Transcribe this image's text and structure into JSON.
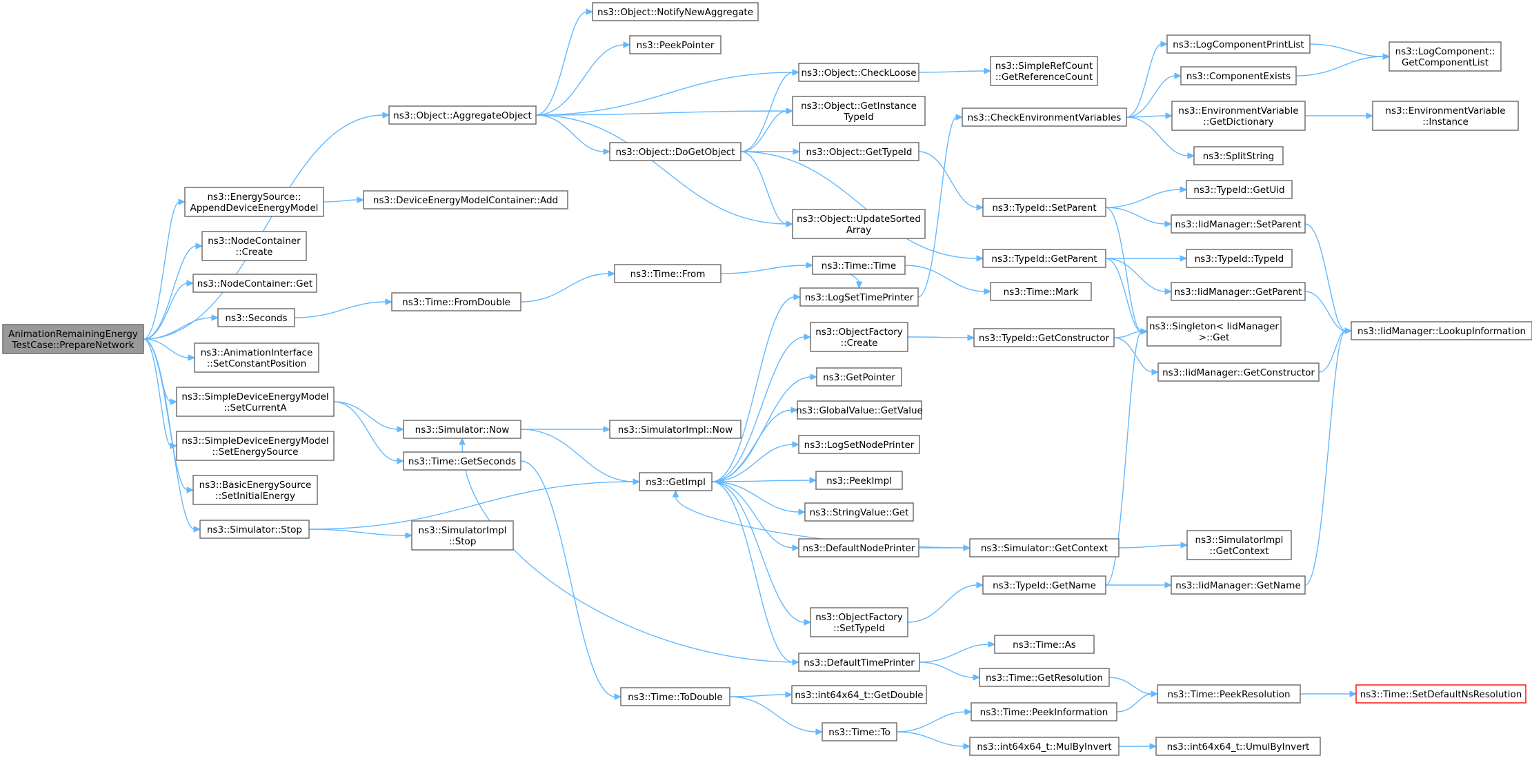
{
  "nodes": [
    {
      "id": "root",
      "lines": [
        "AnimationRemainingEnergy",
        "TestCase::PrepareNetwork"
      ],
      "kind": "root"
    },
    {
      "id": "aggregate",
      "lines": [
        "ns3::Object::AggregateObject"
      ]
    },
    {
      "id": "appendDEM",
      "lines": [
        "ns3::EnergySource::",
        "AppendDeviceEnergyModel"
      ]
    },
    {
      "id": "ncCreate",
      "lines": [
        "ns3::NodeContainer",
        "::Create"
      ]
    },
    {
      "id": "ncGet",
      "lines": [
        "ns3::NodeContainer::Get"
      ]
    },
    {
      "id": "seconds",
      "lines": [
        "ns3::Seconds"
      ]
    },
    {
      "id": "setConstPos",
      "lines": [
        "ns3::AnimationInterface",
        "::SetConstantPosition"
      ]
    },
    {
      "id": "setCurrentA",
      "lines": [
        "ns3::SimpleDeviceEnergyModel",
        "::SetCurrentA"
      ]
    },
    {
      "id": "setEnergySource",
      "lines": [
        "ns3::SimpleDeviceEnergyModel",
        "::SetEnergySource"
      ]
    },
    {
      "id": "setInitialEnergy",
      "lines": [
        "ns3::BasicEnergySource",
        "::SetInitialEnergy"
      ]
    },
    {
      "id": "simStop",
      "lines": [
        "ns3::Simulator::Stop"
      ]
    },
    {
      "id": "notifyNewAgg",
      "lines": [
        "ns3::Object::NotifyNewAggregate"
      ]
    },
    {
      "id": "peekPointer",
      "lines": [
        "ns3::PeekPointer"
      ]
    },
    {
      "id": "doGetObject",
      "lines": [
        "ns3::Object::DoGetObject"
      ]
    },
    {
      "id": "demcAdd",
      "lines": [
        "ns3::DeviceEnergyModelContainer::Add"
      ]
    },
    {
      "id": "fromDouble",
      "lines": [
        "ns3::Time::FromDouble"
      ]
    },
    {
      "id": "simNow",
      "lines": [
        "ns3::Simulator::Now"
      ]
    },
    {
      "id": "getSeconds",
      "lines": [
        "ns3::Time::GetSeconds"
      ]
    },
    {
      "id": "simImplStop",
      "lines": [
        "ns3::SimulatorImpl",
        "::Stop"
      ]
    },
    {
      "id": "timeFrom",
      "lines": [
        "ns3::Time::From"
      ]
    },
    {
      "id": "simImplNow",
      "lines": [
        "ns3::SimulatorImpl::Now"
      ]
    },
    {
      "id": "getImpl",
      "lines": [
        "ns3::GetImpl"
      ]
    },
    {
      "id": "toDouble",
      "lines": [
        "ns3::Time::ToDouble"
      ]
    },
    {
      "id": "checkLoose",
      "lines": [
        "ns3::Object::CheckLoose"
      ]
    },
    {
      "id": "getInstTypeId",
      "lines": [
        "ns3::Object::GetInstance",
        "TypeId"
      ]
    },
    {
      "id": "getTypeId",
      "lines": [
        "ns3::Object::GetTypeId"
      ]
    },
    {
      "id": "updateSorted",
      "lines": [
        "ns3::Object::UpdateSorted",
        "Array"
      ]
    },
    {
      "id": "timeTime",
      "lines": [
        "ns3::Time::Time"
      ]
    },
    {
      "id": "logSetTimePrinter",
      "lines": [
        "ns3::LogSetTimePrinter"
      ]
    },
    {
      "id": "ofCreate",
      "lines": [
        "ns3::ObjectFactory",
        "::Create"
      ]
    },
    {
      "id": "getPointer",
      "lines": [
        "ns3::GetPointer"
      ]
    },
    {
      "id": "gvGetValue",
      "lines": [
        "ns3::GlobalValue::GetValue"
      ]
    },
    {
      "id": "logSetNodePrinter",
      "lines": [
        "ns3::LogSetNodePrinter"
      ]
    },
    {
      "id": "peekImpl",
      "lines": [
        "ns3::PeekImpl"
      ]
    },
    {
      "id": "svGet",
      "lines": [
        "ns3::StringValue::Get"
      ]
    },
    {
      "id": "defNodePrinter",
      "lines": [
        "ns3::DefaultNodePrinter"
      ]
    },
    {
      "id": "ofSetTypeId",
      "lines": [
        "ns3::ObjectFactory",
        "::SetTypeId"
      ]
    },
    {
      "id": "defTimePrinter",
      "lines": [
        "ns3::DefaultTimePrinter"
      ]
    },
    {
      "id": "i64GetDouble",
      "lines": [
        "ns3::int64x64_t::GetDouble"
      ]
    },
    {
      "id": "timeTo",
      "lines": [
        "ns3::Time::To"
      ]
    },
    {
      "id": "srcGetRefCount",
      "lines": [
        "ns3::SimpleRefCount",
        "::GetReferenceCount"
      ]
    },
    {
      "id": "checkEnvVars",
      "lines": [
        "ns3::CheckEnvironmentVariables"
      ]
    },
    {
      "id": "tidSetParent",
      "lines": [
        "ns3::TypeId::SetParent"
      ]
    },
    {
      "id": "tidGetParent",
      "lines": [
        "ns3::TypeId::GetParent"
      ]
    },
    {
      "id": "timeMark",
      "lines": [
        "ns3::Time::Mark"
      ]
    },
    {
      "id": "tidGetConstructor",
      "lines": [
        "ns3::TypeId::GetConstructor"
      ]
    },
    {
      "id": "simGetContext",
      "lines": [
        "ns3::Simulator::GetContext"
      ]
    },
    {
      "id": "tidGetName",
      "lines": [
        "ns3::TypeId::GetName"
      ]
    },
    {
      "id": "timeAs",
      "lines": [
        "ns3::Time::As"
      ]
    },
    {
      "id": "timeGetResolution",
      "lines": [
        "ns3::Time::GetResolution"
      ]
    },
    {
      "id": "timePeekInfo",
      "lines": [
        "ns3::Time::PeekInformation"
      ]
    },
    {
      "id": "i64MulByInvert",
      "lines": [
        "ns3::int64x64_t::MulByInvert"
      ]
    },
    {
      "id": "logCompPrintList",
      "lines": [
        "ns3::LogComponentPrintList"
      ]
    },
    {
      "id": "componentExists",
      "lines": [
        "ns3::ComponentExists"
      ]
    },
    {
      "id": "envGetDictionary",
      "lines": [
        "ns3::EnvironmentVariable",
        "::GetDictionary"
      ]
    },
    {
      "id": "splitString",
      "lines": [
        "ns3::SplitString"
      ]
    },
    {
      "id": "tidGetUid",
      "lines": [
        "ns3::TypeId::GetUid"
      ]
    },
    {
      "id": "iidSetParent",
      "lines": [
        "ns3::IidManager::SetParent"
      ]
    },
    {
      "id": "tidTypeId",
      "lines": [
        "ns3::TypeId::TypeId"
      ]
    },
    {
      "id": "iidGetParent",
      "lines": [
        "ns3::IidManager::GetParent"
      ]
    },
    {
      "id": "singletonGet",
      "lines": [
        "ns3::Singleton< IidManager",
        " >::Get"
      ]
    },
    {
      "id": "iidGetConstructor",
      "lines": [
        "ns3::IidManager::GetConstructor"
      ]
    },
    {
      "id": "simImplGetContext",
      "lines": [
        "ns3::SimulatorImpl",
        "::GetContext"
      ]
    },
    {
      "id": "iidGetName",
      "lines": [
        "ns3::IidManager::GetName"
      ]
    },
    {
      "id": "timePeekResolution",
      "lines": [
        "ns3::Time::PeekResolution"
      ]
    },
    {
      "id": "i64UmulByInvert",
      "lines": [
        "ns3::int64x64_t::UmulByInvert"
      ]
    },
    {
      "id": "logCompGetList",
      "lines": [
        "ns3::LogComponent::",
        "GetComponentList"
      ]
    },
    {
      "id": "envInstance",
      "lines": [
        "ns3::EnvironmentVariable",
        "::Instance"
      ]
    },
    {
      "id": "iidLookup",
      "lines": [
        "ns3::IidManager::LookupInformation"
      ]
    },
    {
      "id": "setDefaultNsRes",
      "lines": [
        "ns3::Time::SetDefaultNsResolution"
      ],
      "kind": "highlight"
    }
  ],
  "edges": [
    [
      "root",
      "aggregate"
    ],
    [
      "root",
      "appendDEM"
    ],
    [
      "root",
      "ncCreate"
    ],
    [
      "root",
      "ncGet"
    ],
    [
      "root",
      "seconds"
    ],
    [
      "root",
      "setConstPos"
    ],
    [
      "root",
      "setCurrentA"
    ],
    [
      "root",
      "setEnergySource"
    ],
    [
      "root",
      "setInitialEnergy"
    ],
    [
      "root",
      "simStop"
    ],
    [
      "aggregate",
      "notifyNewAgg"
    ],
    [
      "aggregate",
      "peekPointer"
    ],
    [
      "aggregate",
      "checkLoose"
    ],
    [
      "aggregate",
      "getInstTypeId"
    ],
    [
      "aggregate",
      "doGetObject"
    ],
    [
      "aggregate",
      "updateSorted"
    ],
    [
      "appendDEM",
      "demcAdd"
    ],
    [
      "seconds",
      "fromDouble"
    ],
    [
      "fromDouble",
      "timeFrom"
    ],
    [
      "timeFrom",
      "timeTime"
    ],
    [
      "timeTime",
      "logSetTimePrinter"
    ],
    [
      "timeTime",
      "timeMark"
    ],
    [
      "setCurrentA",
      "simNow"
    ],
    [
      "setCurrentA",
      "getSeconds"
    ],
    [
      "simStop",
      "getImpl"
    ],
    [
      "simStop",
      "simImplStop"
    ],
    [
      "simNow",
      "simImplNow"
    ],
    [
      "simNow",
      "getImpl"
    ],
    [
      "getSeconds",
      "toDouble"
    ],
    [
      "doGetObject",
      "checkLoose"
    ],
    [
      "doGetObject",
      "getInstTypeId"
    ],
    [
      "doGetObject",
      "getTypeId"
    ],
    [
      "doGetObject",
      "updateSorted"
    ],
    [
      "doGetObject",
      "tidGetParent"
    ],
    [
      "checkLoose",
      "srcGetRefCount"
    ],
    [
      "getTypeId",
      "tidSetParent"
    ],
    [
      "getImpl",
      "logSetTimePrinter"
    ],
    [
      "getImpl",
      "ofCreate"
    ],
    [
      "getImpl",
      "getPointer"
    ],
    [
      "getImpl",
      "gvGetValue"
    ],
    [
      "getImpl",
      "logSetNodePrinter"
    ],
    [
      "getImpl",
      "peekImpl"
    ],
    [
      "getImpl",
      "svGet"
    ],
    [
      "getImpl",
      "defNodePrinter"
    ],
    [
      "getImpl",
      "ofSetTypeId"
    ],
    [
      "getImpl",
      "defTimePrinter"
    ],
    [
      "logSetTimePrinter",
      "checkEnvVars"
    ],
    [
      "ofCreate",
      "tidGetConstructor"
    ],
    [
      "defNodePrinter",
      "simGetContext"
    ],
    [
      "ofSetTypeId",
      "tidGetName"
    ],
    [
      "defTimePrinter",
      "simNow"
    ],
    [
      "defTimePrinter",
      "timeAs"
    ],
    [
      "defTimePrinter",
      "timeGetResolution"
    ],
    [
      "simGetContext",
      "getImpl"
    ],
    [
      "simGetContext",
      "simImplGetContext"
    ],
    [
      "toDouble",
      "i64GetDouble"
    ],
    [
      "toDouble",
      "timeTo"
    ],
    [
      "timeTo",
      "timePeekInfo"
    ],
    [
      "timeTo",
      "i64MulByInvert"
    ],
    [
      "checkEnvVars",
      "logCompPrintList"
    ],
    [
      "checkEnvVars",
      "componentExists"
    ],
    [
      "checkEnvVars",
      "envGetDictionary"
    ],
    [
      "checkEnvVars",
      "splitString"
    ],
    [
      "logCompPrintList",
      "logCompGetList"
    ],
    [
      "componentExists",
      "logCompGetList"
    ],
    [
      "envGetDictionary",
      "envInstance"
    ],
    [
      "tidSetParent",
      "tidGetUid"
    ],
    [
      "tidSetParent",
      "iidSetParent"
    ],
    [
      "tidSetParent",
      "singletonGet"
    ],
    [
      "tidGetParent",
      "tidTypeId"
    ],
    [
      "tidGetParent",
      "iidGetParent"
    ],
    [
      "tidGetParent",
      "singletonGet"
    ],
    [
      "tidGetConstructor",
      "singletonGet"
    ],
    [
      "tidGetConstructor",
      "iidGetConstructor"
    ],
    [
      "tidGetName",
      "singletonGet"
    ],
    [
      "tidGetName",
      "iidGetName"
    ],
    [
      "iidSetParent",
      "iidLookup"
    ],
    [
      "iidGetParent",
      "iidLookup"
    ],
    [
      "iidGetConstructor",
      "iidLookup"
    ],
    [
      "iidGetName",
      "iidLookup"
    ],
    [
      "timeGetResolution",
      "timePeekResolution"
    ],
    [
      "timePeekInfo",
      "timePeekResolution"
    ],
    [
      "timePeekResolution",
      "setDefaultNsRes"
    ],
    [
      "i64MulByInvert",
      "i64UmulByInvert"
    ]
  ]
}
